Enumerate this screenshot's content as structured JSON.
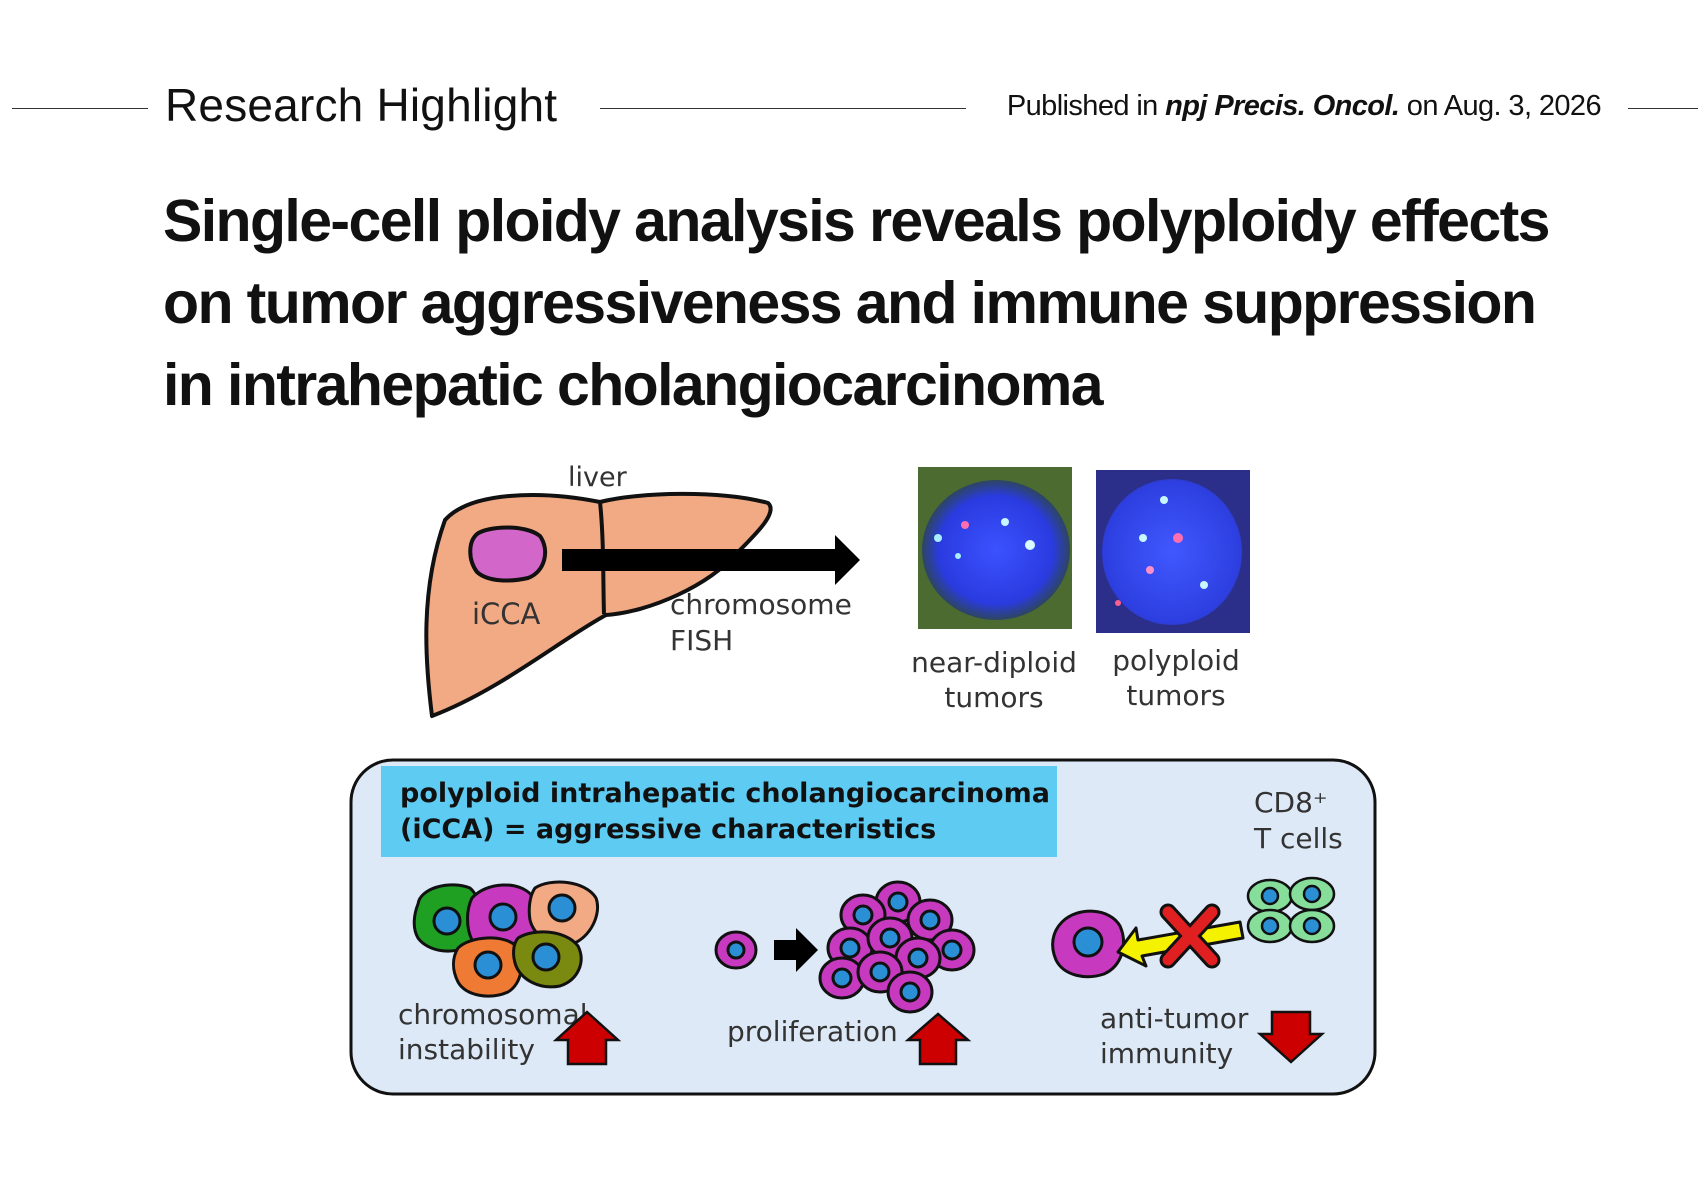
{
  "header": {
    "section_label": "Research Highlight",
    "published_prefix": "Published in ",
    "journal": "npj Precis. Oncol.",
    "published_suffix": " on Aug. 3, 2026"
  },
  "title_lines": [
    "Single-cell ploidy analysis reveals polyploidy effects",
    "on tumor aggressiveness and immune suppression",
    "in intrahepatic cholangiocarcinoma"
  ],
  "figure": {
    "liver_label": "liver",
    "tumor_label": "iCCA",
    "method_line1": "chromosome",
    "method_line2": "FISH",
    "diploid_line1": "near-diploid",
    "diploid_line2": "tumors",
    "polyploid_line1": "polyploid",
    "polyploid_line2": "tumors",
    "box_title_line1": "polyploid intrahepatic cholangiocarcinoma",
    "box_title_line2": "(iCCA) = aggressive characteristics",
    "tcell_line1": "CD8⁺",
    "tcell_line2": "T cells",
    "effect1_line1": "chromosomal",
    "effect1_line2": "instability",
    "effect2": "proliferation",
    "effect3_line1": "anti-tumor",
    "effect3_line2": "immunity"
  },
  "colors": {
    "liver": "#f2aa84",
    "tumor": "#d267c9",
    "panel_bg": "#dde9f6",
    "title_box": "#5ecbf2",
    "nucleus": "#2b8fd6",
    "up_arrow": "#cc0000",
    "tcell": "#86de9a",
    "inhibit_arrow": "#f5f200",
    "cross": "#e02020"
  }
}
